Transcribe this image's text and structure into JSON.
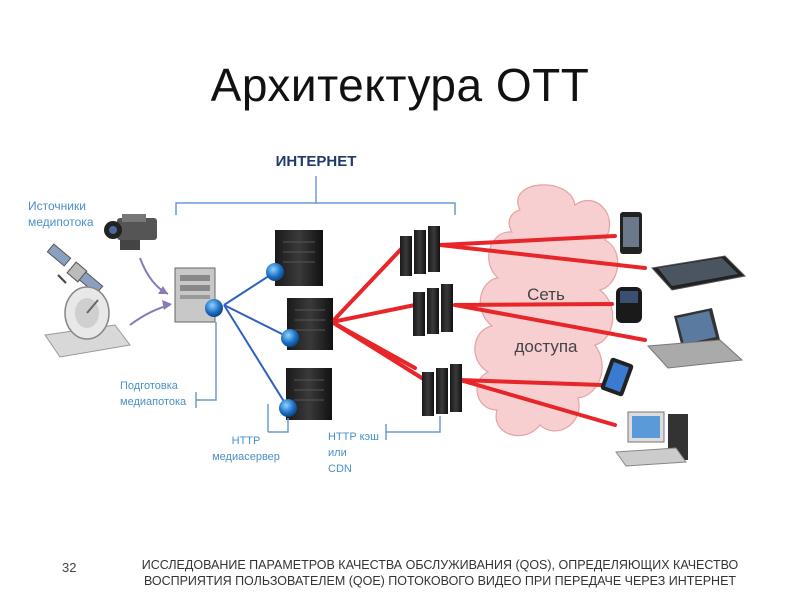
{
  "slide": {
    "title": "Архитектура OTT",
    "page_number": "32",
    "footer_line1": "ИССЛЕДОВАНИЕ ПАРАМЕТРОВ КАЧЕСТВА ОБСЛУЖИВАНИЯ (QOS), ОПРЕДЕЛЯЮЩИХ КАЧЕСТВО",
    "footer_line2": "ВОСПРИЯТИЯ ПОЛЬЗОВАТЕЛЕМ (QOE) ПОТОКОВОГО ВИДЕО ПРИ ПЕРЕДАЧЕ ЧЕРЕЗ ИНТЕРНЕТ"
  },
  "diagram": {
    "internet_label": "ИНТЕРНЕТ",
    "sources_label_1": "Источники",
    "sources_label_2": "медипотока",
    "prep_label_1": "Подготовка",
    "prep_label_2": "медиапотока",
    "http_server_label_1": "HTTP",
    "http_server_label_2": "медиасервер",
    "cache_label_1": "HTTP кэш",
    "cache_label_2": "или",
    "cache_label_3": "CDN",
    "cloud_label_1": "Сеть",
    "cloud_label_2": "доступа",
    "colors": {
      "blue_label": "#4a90c8",
      "red_link": "#e8262a",
      "blue_link": "#2f5fc0",
      "cloud_fill": "#f7cfd1",
      "title_navy": "#1f3a6e",
      "arrow_purple": "#8a7bb8"
    }
  }
}
